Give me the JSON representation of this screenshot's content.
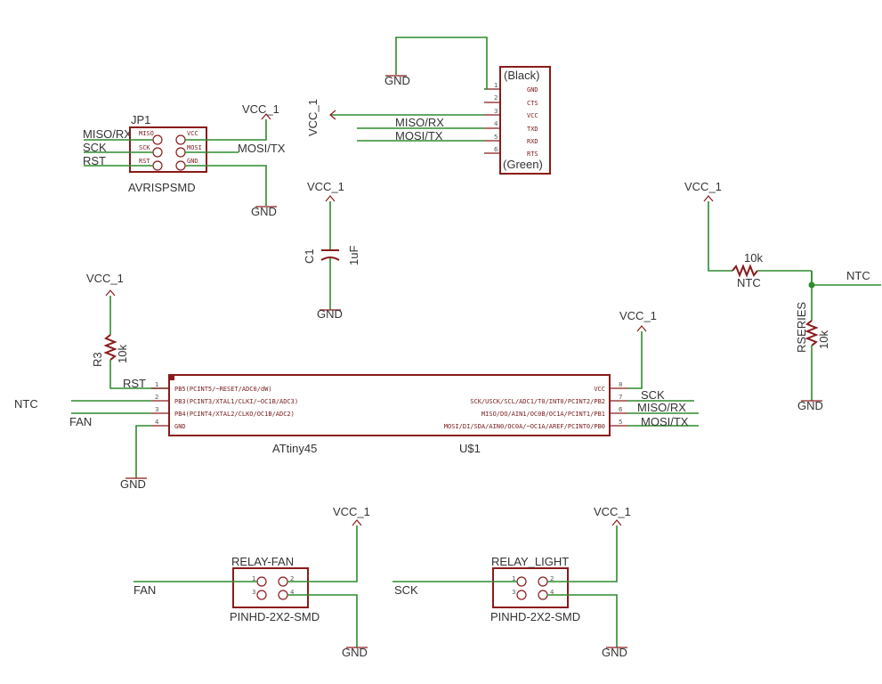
{
  "labels": {
    "jp1_name": "JP1",
    "jp1_value": "AVRISPSMD",
    "jp1_vcc": "VCC_1",
    "jp1_gnd": "GND",
    "jp1_miso": "MISO/RX",
    "jp1_sck": "SCK",
    "jp1_rst": "RST",
    "jp1_mosi": "MOSI/TX",
    "ftdi_black": "(Black)",
    "ftdi_green": "(Green)",
    "ftdi_gnd": "GND",
    "ftdi_vcc": "VCC_1",
    "ftdi_miso": "MISO/RX",
    "ftdi_mosi": "MOSI/TX",
    "c1_name": "C1",
    "c1_value": "1uF",
    "c1_vcc": "VCC_1",
    "c1_gnd": "GND",
    "ntc_vcc": "VCC_1",
    "ntc_name": "NTC",
    "ntc_value": "10k",
    "ntc_net": "NTC",
    "rseries_name": "RSERIES",
    "rseries_value": "10k",
    "rseries_gnd": "GND",
    "r3_name": "R3",
    "r3_value": "10k",
    "r3_vcc": "VCC_1",
    "u1_part": "ATtiny45",
    "u1_name": "U$1",
    "u1_rst": "RST",
    "u1_ntc": "NTC",
    "u1_fan": "FAN",
    "u1_gnd": "GND",
    "u1_vcc": "VCC_1",
    "u1_sck": "SCK",
    "u1_miso": "MISO/RX",
    "u1_mosi": "MOSI/TX",
    "relayfan_name": "RELAY-FAN",
    "relayfan_value": "PINHD-2X2-SMD",
    "relayfan_vcc": "VCC_1",
    "relayfan_gnd": "GND",
    "relayfan_net": "FAN",
    "relaylight_name": "RELAY_LIGHT",
    "relaylight_value": "PINHD-2X2-SMD",
    "relaylight_vcc": "VCC_1",
    "relaylight_gnd": "GND",
    "relaylight_net": "SCK"
  },
  "pins": {
    "jp1_left": [
      "MISO",
      "SCK",
      "RST"
    ],
    "jp1_right": [
      "VCC",
      "MOSI",
      "GND"
    ],
    "ftdi": [
      "GND",
      "CTS",
      "VCC",
      "TXD",
      "RXD",
      "RTS"
    ],
    "ftdi_num": [
      "1",
      "2",
      "3",
      "4",
      "5",
      "6"
    ],
    "u1_left": [
      "PB5(PCINT5/~RESET/ADC0/dW)",
      "PB3(PCINT3/XTAL1/CLKI/~OC1B/ADC3)",
      "PB4(PCINT4/XTAL2/CLKO/OC1B/ADC2)",
      "GND"
    ],
    "u1_right": [
      "VCC",
      "SCK/USCK/SCL/ADC1/T0/INT0/PCINT2/PB2",
      "MISO/DO/AIN1/OC0B/OC1A/PCINT1/PB1",
      "MOSI/DI/SDA/AIN0/OC0A/~OC1A/AREF/PCINT0/PB0"
    ],
    "u1_left_num": [
      "1",
      "2",
      "3",
      "4"
    ],
    "u1_right_num": [
      "8",
      "7",
      "6",
      "5"
    ],
    "header_num": [
      "1",
      "2",
      "3",
      "4"
    ]
  },
  "colors": {
    "wire": "#2e8b2e",
    "part": "#8b1a1a",
    "text": "#333333"
  }
}
